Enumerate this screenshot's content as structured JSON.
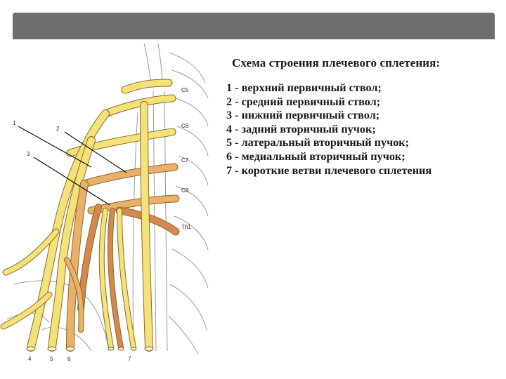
{
  "legend": {
    "title": "Схема строения плечевого сплетения:",
    "items": [
      "1 - верхний первичный ствол;",
      "2 - средний первичный ствол;",
      "3 - нижний первичный ствол;",
      "4 - задний вторичный пучок;",
      "5 - латеральный вторичный пучок;",
      "6 - медиальный вторичный пучок;",
      "7 - короткие ветви плечевого сплетения"
    ]
  },
  "diagram": {
    "vertebra_labels": {
      "c5": "C5",
      "c6": "C6",
      "c7": "C7",
      "c8": "C8",
      "th1": "Th1"
    },
    "callout_numbers": {
      "n1": "1",
      "n2": "2",
      "n3": "3"
    },
    "bottom_numbers": {
      "n4": "4",
      "n5": "5",
      "n6": "6",
      "n7": "7"
    }
  },
  "colors": {
    "top_bar": "#6d6d6d",
    "nerve_yellow": "#f3e27a",
    "nerve_orange": "#e9b069",
    "nerve_brown": "#d48850",
    "outline": "#8a6a2a",
    "spine": "#9a9a9a"
  }
}
